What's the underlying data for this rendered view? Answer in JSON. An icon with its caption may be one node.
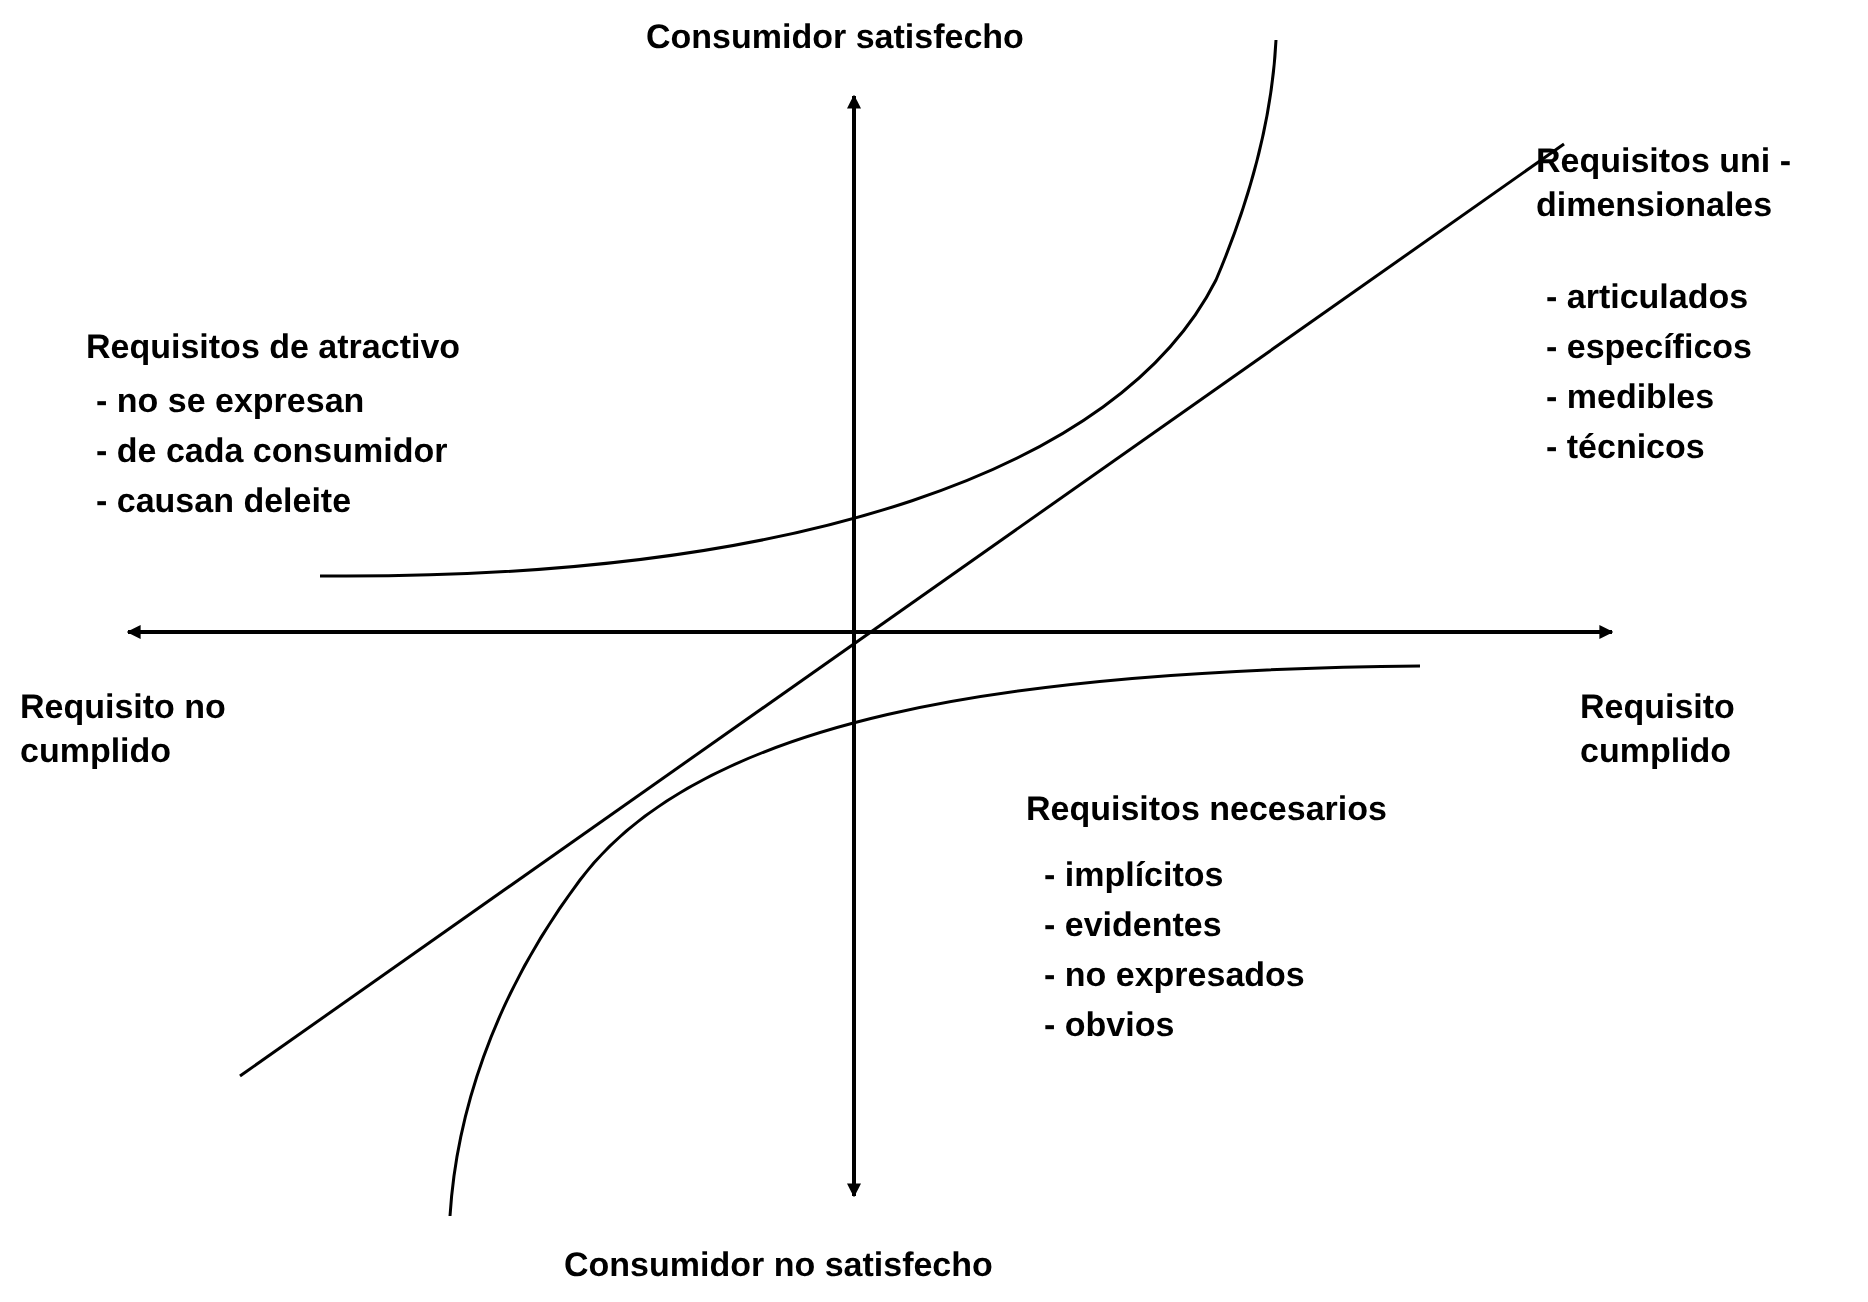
{
  "diagram": {
    "labels": [
      "Consumidor satisfecho",
      "Requisitos uni - dimensionales",
      "- articulados",
      "- específicos",
      "- medibles",
      "- técnicos",
      "Requisitos de atractivo",
      "- no se expresan",
      "- de cada consumidor",
      "- causan deleite",
      "Requisito no cumplido",
      "Requisito cumplido",
      "Requisitos necesarios",
      "- implícitos",
      "- evidentes",
      "- no expresados",
      "- obvios",
      "Consumidor no satisfecho"
    ]
  }
}
